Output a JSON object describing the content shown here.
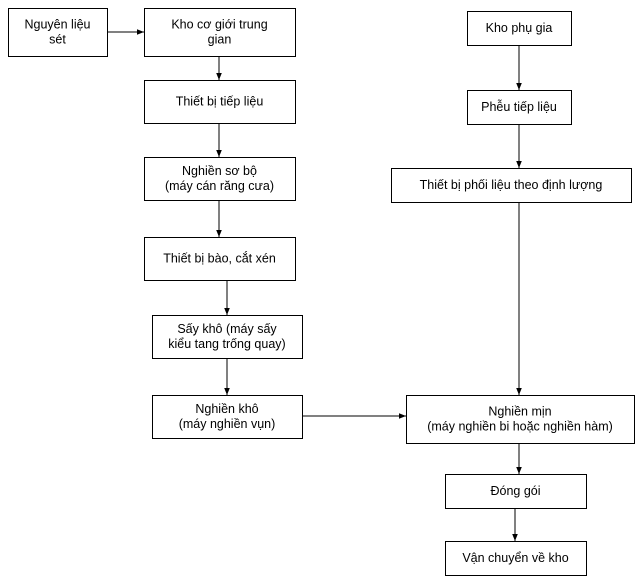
{
  "nodes": [
    {
      "id": "raw-clay",
      "lines": [
        "Nguyên liệu",
        "sét"
      ]
    },
    {
      "id": "mech-store",
      "lines": [
        "Kho cơ giới trung",
        "gian"
      ]
    },
    {
      "id": "feeder",
      "lines": [
        "Thiết bị tiếp liệu"
      ]
    },
    {
      "id": "pre-crush",
      "lines": [
        "Nghiền sơ bộ",
        "(máy cán răng cưa)"
      ]
    },
    {
      "id": "planer",
      "lines": [
        "Thiết bị bào, cắt xén"
      ]
    },
    {
      "id": "dryer",
      "lines": [
        "Sấy khô (máy sấy",
        "kiểu tang trống quay)"
      ]
    },
    {
      "id": "dry-grind",
      "lines": [
        "Nghiền khô",
        "(máy nghiền vụn)"
      ]
    },
    {
      "id": "additive-store",
      "lines": [
        "Kho phụ gia"
      ]
    },
    {
      "id": "hopper",
      "lines": [
        "Phễu tiếp liệu"
      ]
    },
    {
      "id": "dosing",
      "lines": [
        "Thiết bị phối liệu theo định lượng"
      ]
    },
    {
      "id": "fine-grind",
      "lines": [
        "Nghiền mịn",
        "(máy nghiền bi hoặc nghiền hàm)"
      ]
    },
    {
      "id": "packing",
      "lines": [
        "Đóng gói"
      ]
    },
    {
      "id": "transport",
      "lines": [
        "Vận chuyển về kho"
      ]
    }
  ],
  "edges": [
    {
      "from": "raw-clay",
      "to": "mech-store"
    },
    {
      "from": "mech-store",
      "to": "feeder"
    },
    {
      "from": "feeder",
      "to": "pre-crush"
    },
    {
      "from": "pre-crush",
      "to": "planer"
    },
    {
      "from": "planer",
      "to": "dryer"
    },
    {
      "from": "dryer",
      "to": "dry-grind"
    },
    {
      "from": "dry-grind",
      "to": "fine-grind"
    },
    {
      "from": "additive-store",
      "to": "hopper"
    },
    {
      "from": "hopper",
      "to": "dosing"
    },
    {
      "from": "dosing",
      "to": "fine-grind"
    },
    {
      "from": "fine-grind",
      "to": "packing"
    },
    {
      "from": "packing",
      "to": "transport"
    }
  ]
}
